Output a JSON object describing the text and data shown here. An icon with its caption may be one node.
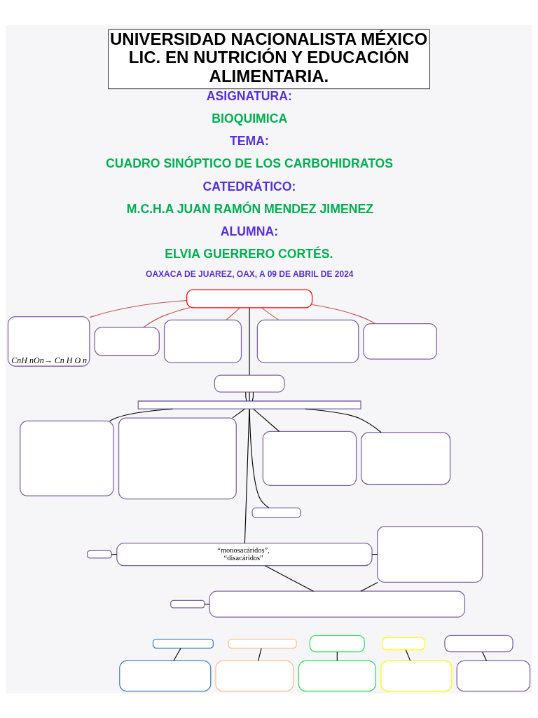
{
  "diagram": {
    "title": "UNIVERSIDAD NACIONALISTA MÉXICO LIC. EN NUTRICIÓN Y EDUCACIÓN ALIMENTARIA.",
    "nodes": [
      {
        "text": [],
        "shape": "box"
      },
      {
        "text": [
          "CnH nOn→ Cn H O n"
        ]
      },
      {
        "text": [],
        "shape": "box"
      },
      {
        "text": [],
        "shape": "box"
      },
      {
        "text": [],
        "shape": "box"
      },
      {
        "text": [],
        "shape": "box"
      },
      {
        "text": [],
        "shape": "box"
      },
      {
        "text": [],
        "shape": "bar"
      },
      {
        "text": [],
        "shape": "box"
      },
      {
        "text": [],
        "shape": "box"
      },
      {
        "text": [],
        "shape": "box"
      },
      {
        "text": [],
        "shape": "box"
      },
      {
        "text": [],
        "shape": "box"
      },
      {
        "text": [],
        "shape": "box"
      },
      {
        "text": [
          "“monosacáridos”,",
          "“disacáridos”"
        ]
      },
      {
        "text": [],
        "shape": "box"
      },
      {
        "text": [],
        "shape": "box"
      },
      {
        "text": [],
        "shape": "box"
      },
      {
        "text": [],
        "shape": "box"
      },
      {
        "text": [],
        "shape": "box"
      },
      {
        "text": [],
        "shape": "box"
      },
      {
        "text": [],
        "shape": "box"
      },
      {
        "text": [],
        "shape": "box"
      },
      {
        "text": [],
        "shape": "box"
      },
      {
        "text": [],
        "shape": "box"
      },
      {
        "text": [],
        "shape": "box"
      },
      {
        "text": [],
        "shape": "box"
      },
      {
        "text": [],
        "shape": "box"
      }
    ],
    "edges": [
      {
        "from": 0,
        "to": 1,
        "arrow": "none",
        "color": "#c0504d"
      },
      {
        "from": 0,
        "to": 2,
        "arrow": "none",
        "color": "#c0504d"
      },
      {
        "from": 0,
        "to": 3,
        "arrow": "none",
        "color": "#c0504d"
      },
      {
        "from": 0,
        "to": 6,
        "arrow": "none"
      },
      {
        "from": 0,
        "to": 4,
        "arrow": "none",
        "color": "#c0504d"
      },
      {
        "from": 0,
        "to": 5,
        "arrow": "none",
        "color": "#c0504d"
      },
      {
        "from": 6,
        "to": 7,
        "arrow": "none"
      },
      {
        "from": 6,
        "to": 7,
        "arrow": "none"
      },
      {
        "from": 6,
        "to": 7,
        "arrow": "none"
      },
      {
        "from": 7,
        "to": 8,
        "arrow": "none"
      },
      {
        "from": 7,
        "to": 9,
        "arrow": "none"
      },
      {
        "from": 7,
        "to": 14,
        "arrow": "none"
      },
      {
        "from": 7,
        "to": 12,
        "arrow": "none"
      },
      {
        "from": 7,
        "to": 10,
        "arrow": "none"
      },
      {
        "from": 7,
        "to": 11,
        "arrow": "none"
      },
      {
        "from": 13,
        "to": 14,
        "arrow": "none"
      },
      {
        "from": 14,
        "to": 15,
        "arrow": "none"
      },
      {
        "from": 14,
        "to": 17,
        "arrow": "none"
      },
      {
        "from": 16,
        "to": 17,
        "arrow": "none"
      },
      {
        "from": 17,
        "to": 15,
        "arrow": "none"
      },
      {
        "from": 18,
        "to": 23,
        "arrow": "none"
      },
      {
        "from": 19,
        "to": 24,
        "arrow": "none"
      },
      {
        "from": 20,
        "to": 25,
        "arrow": "none"
      },
      {
        "from": 21,
        "to": 26,
        "arrow": "none"
      },
      {
        "from": 22,
        "to": 27,
        "arrow": "none"
      }
    ],
    "labels": [
      "ASIGNATURA:",
      "BIOQUIMICA",
      "TEMA:",
      "CUADRO SINÓPTICO DE LOS CARBOHIDRATOS",
      "CATEDRÁTICO:",
      "M.C.H.A JUAN RAMÓN MENDEZ JIMENEZ",
      "ALUMNA:",
      "ELVIA GUERRERO CORTÉS.",
      "OAXACA DE JUAREZ, OAX, A 09 DE ABRIL DE 2024"
    ]
  }
}
